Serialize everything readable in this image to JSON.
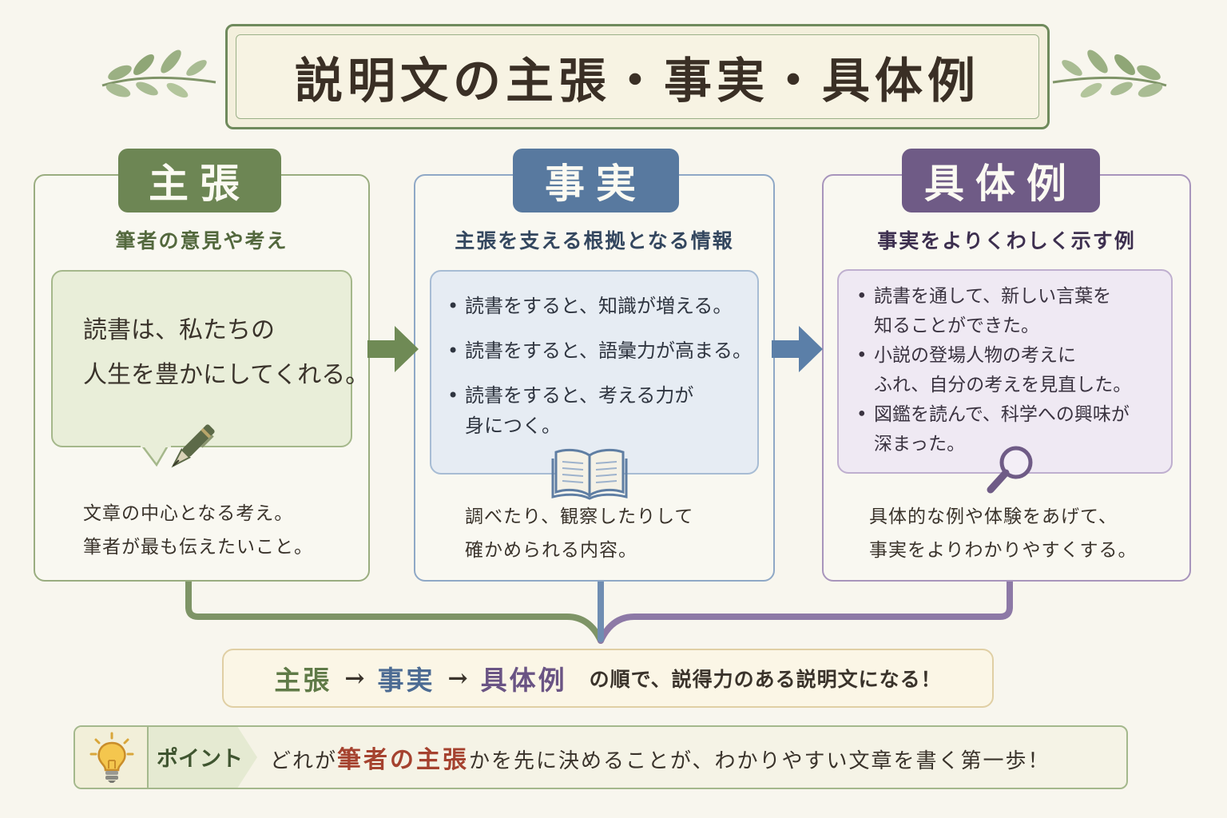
{
  "title": "説明文の主張・事実・具体例",
  "claim": {
    "tab": "主張",
    "subtitle": "筆者の意見や考え",
    "bubble_line1": "読書は、私たちの",
    "bubble_line2": "人生を豊かにしてくれる。",
    "desc_line1": "文章の中心となる考え。",
    "desc_line2": "筆者が最も伝えたいこと。",
    "color": "#6d8654",
    "icon": "pen-icon"
  },
  "fact": {
    "tab": "事実",
    "subtitle": "主張を支える根拠となる情報",
    "items": [
      {
        "line1": "読書をすると、知識が増える。",
        "line2": ""
      },
      {
        "line1": "読書をすると、語彙力が高まる。",
        "line2": ""
      },
      {
        "line1": "読書をすると、考える力が",
        "line2": "身につく。"
      }
    ],
    "desc_line1": "調べたり、観察したりして",
    "desc_line2": "確かめられる内容。",
    "color": "#58799f",
    "icon": "open-book-icon"
  },
  "example": {
    "tab": "具体例",
    "subtitle": "事実をよりくわしく示す例",
    "items": [
      {
        "line1": "読書を通して、新しい言葉を",
        "line2": "知ることができた。"
      },
      {
        "line1": "小説の登場人物の考えに",
        "line2": "ふれ、自分の考えを見直した。"
      },
      {
        "line1": "図鑑を読んで、科学への興味が",
        "line2": "深まった。"
      }
    ],
    "desc_line1": "具体的な例や体験をあげて、",
    "desc_line2": "事実をよりわかりやすくする。",
    "color": "#6f5b86",
    "icon": "magnifier-icon"
  },
  "summary": {
    "claim": "主張",
    "arrow1": "→",
    "fact": "事実",
    "arrow2": "→",
    "example": "具体例",
    "tail": "の順で、説得力のある説明文になる！"
  },
  "point": {
    "label": "ポイント",
    "before": "どれが",
    "emphasis": "筆者の主張",
    "after": "かを先に決めることが、わかりやすい文章を書く第一歩！",
    "icon": "light-bulb-icon",
    "emphasis_color": "#a5422f"
  }
}
